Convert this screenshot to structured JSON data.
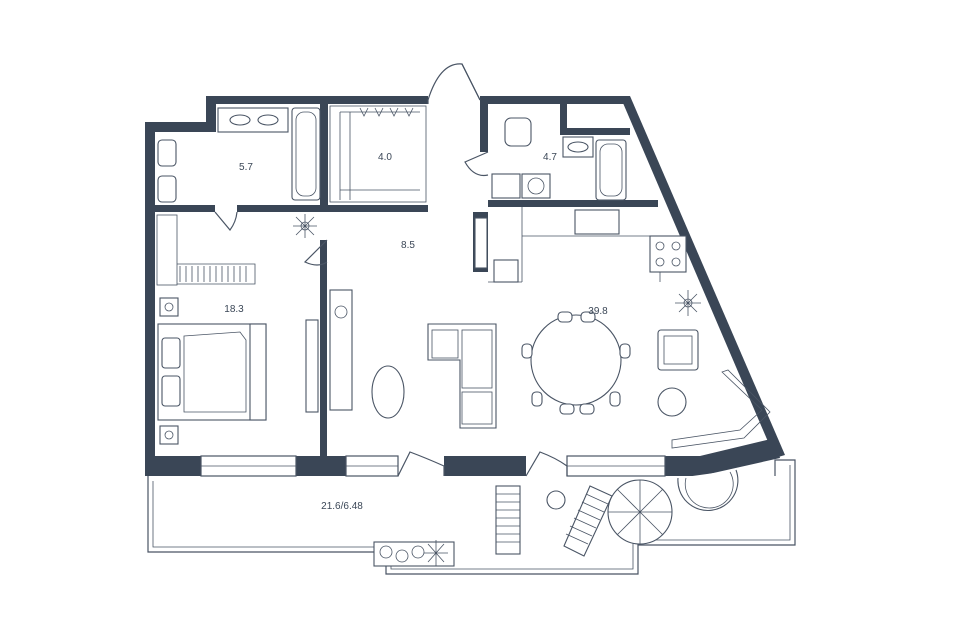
{
  "colors": {
    "wall": "#3a4656",
    "line": "#4a5565",
    "background": "#ffffff"
  },
  "rooms": [
    {
      "id": "bathroom-1",
      "area": "5.7"
    },
    {
      "id": "wardrobe",
      "area": "4.0"
    },
    {
      "id": "bathroom-2",
      "area": "4.7"
    },
    {
      "id": "hall",
      "area": "8.5"
    },
    {
      "id": "bedroom",
      "area": "18.3"
    },
    {
      "id": "living-kitchen",
      "area": "39.8"
    },
    {
      "id": "terrace",
      "area": "21.6/6.48"
    }
  ]
}
